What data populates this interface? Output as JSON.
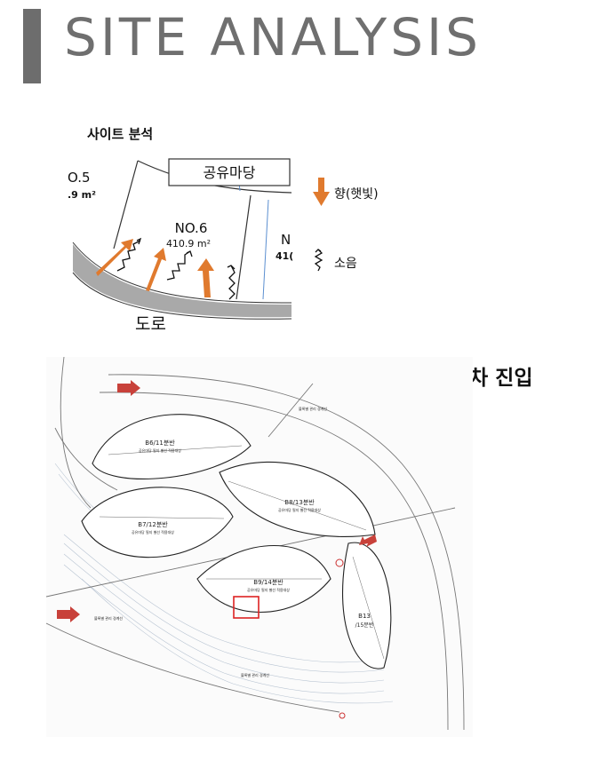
{
  "header": {
    "title": "SITE ANALYSIS"
  },
  "section": {
    "heading": "사이트 분석"
  },
  "lot_diagram": {
    "common_yard_label": "공유마당",
    "left_lot_number": "O.5",
    "left_lot_area": ".9 m²",
    "lot_number": "NO.6",
    "lot_area": "410.9 m²",
    "right_lot_number": "N",
    "right_lot_area": "41(",
    "road_label": "도로"
  },
  "legend": {
    "sun_label": "향(햇빛)",
    "noise_label": "소음"
  },
  "site_plan": {
    "heading": "차 진입",
    "clusters": [
      {
        "label": "B6/11분반",
        "sub": "공유마당 필지 별선 적용대상"
      },
      {
        "label": "B7/12분반",
        "sub": "공유마당 필지 별선 적용대상"
      },
      {
        "label": "B8/13분반",
        "sub": "공유마당 필지 별선 적용대상"
      },
      {
        "label": "B9/14분반",
        "sub": "공유마당 필지 별선 적용대상"
      },
      {
        "label": "B13",
        "sub": "/15분반"
      }
    ],
    "boundary_note": "블록별 관리 경계선"
  },
  "colors": {
    "arrow_orange": "#e07a2e",
    "road_gray": "#a9a9a9",
    "title_gray": "#6f6f6f",
    "entry_red": "#c8413a"
  }
}
